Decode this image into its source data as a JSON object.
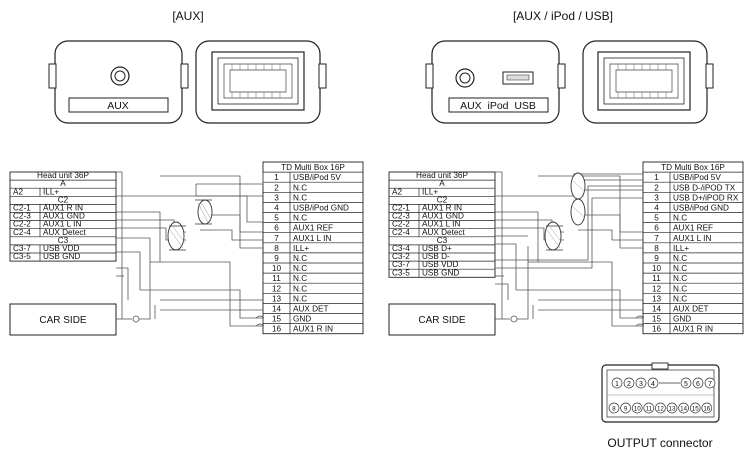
{
  "left": {
    "title": "[AUX]",
    "aux_label": "AUX",
    "head_unit": {
      "title": "Head unit 36P",
      "rows": [
        {
          "pin": "",
          "name": "A",
          "section": true
        },
        {
          "pin": "A2",
          "name": "ILL+"
        },
        {
          "pin": "",
          "name": "C2",
          "section": true
        },
        {
          "pin": "C2-1",
          "name": "AUX1 R IN"
        },
        {
          "pin": "C2-3",
          "name": "AUX1 GND"
        },
        {
          "pin": "C2-2",
          "name": "AUX1 L IN"
        },
        {
          "pin": "C2-4",
          "name": "AUX Detect"
        },
        {
          "pin": "",
          "name": "C3",
          "section": true
        },
        {
          "pin": "C3-7",
          "name": "USB VDD"
        },
        {
          "pin": "C3-5",
          "name": "USB GND"
        }
      ]
    },
    "multibox": {
      "title": "TD Multi Box 16P",
      "rows": [
        {
          "pin": "1",
          "name": "USB/iPod 5V"
        },
        {
          "pin": "2",
          "name": "N.C"
        },
        {
          "pin": "3",
          "name": "N.C"
        },
        {
          "pin": "4",
          "name": "USB/iPod GND"
        },
        {
          "pin": "5",
          "name": "N.C"
        },
        {
          "pin": "6",
          "name": "AUX1 REF"
        },
        {
          "pin": "7",
          "name": "AUX1 L IN"
        },
        {
          "pin": "8",
          "name": "ILL+"
        },
        {
          "pin": "9",
          "name": "N.C"
        },
        {
          "pin": "10",
          "name": "N.C"
        },
        {
          "pin": "11",
          "name": "N.C"
        },
        {
          "pin": "12",
          "name": "N.C"
        },
        {
          "pin": "13",
          "name": "N.C"
        },
        {
          "pin": "14",
          "name": "AUX DET"
        },
        {
          "pin": "15",
          "name": "GND"
        },
        {
          "pin": "16",
          "name": "AUX1 R IN"
        }
      ]
    },
    "car_side": "CAR SIDE"
  },
  "right": {
    "title": "[AUX / iPod / USB]",
    "port_labels": "AUX  iPod  USB",
    "head_unit": {
      "title": "Head unit 36P",
      "rows": [
        {
          "pin": "",
          "name": "A",
          "section": true
        },
        {
          "pin": "A2",
          "name": "ILL+"
        },
        {
          "pin": "",
          "name": "C2",
          "section": true
        },
        {
          "pin": "C2-1",
          "name": "AUX1 R IN"
        },
        {
          "pin": "C2-3",
          "name": "AUX1 GND"
        },
        {
          "pin": "C2-2",
          "name": "AUX1 L IN"
        },
        {
          "pin": "C2-4",
          "name": "AUX Detect"
        },
        {
          "pin": "",
          "name": "C3",
          "section": true
        },
        {
          "pin": "C3-4",
          "name": "USB D+"
        },
        {
          "pin": "C3-2",
          "name": "USB D-"
        },
        {
          "pin": "C3-7",
          "name": "USB VDD"
        },
        {
          "pin": "C3-5",
          "name": "USB GND"
        }
      ]
    },
    "multibox": {
      "title": "TD Multi Box 16P",
      "rows": [
        {
          "pin": "1",
          "name": "USB/iPod 5V"
        },
        {
          "pin": "2",
          "name": "USB D-/iPOD TX"
        },
        {
          "pin": "3",
          "name": "USB D+/iPOD RX"
        },
        {
          "pin": "4",
          "name": "USB/iPod GND"
        },
        {
          "pin": "5",
          "name": "N.C"
        },
        {
          "pin": "6",
          "name": "AUX1 REF"
        },
        {
          "pin": "7",
          "name": "AUX1 L IN"
        },
        {
          "pin": "8",
          "name": "ILL+"
        },
        {
          "pin": "9",
          "name": "N.C"
        },
        {
          "pin": "10",
          "name": "N.C"
        },
        {
          "pin": "11",
          "name": "N.C"
        },
        {
          "pin": "12",
          "name": "N.C"
        },
        {
          "pin": "13",
          "name": "N.C"
        },
        {
          "pin": "14",
          "name": "AUX DET"
        },
        {
          "pin": "15",
          "name": "GND"
        },
        {
          "pin": "16",
          "name": "AUX1 R IN"
        }
      ]
    },
    "car_side": "CAR SIDE"
  },
  "output_connector": {
    "label": "OUTPUT connector",
    "top_pins": [
      "1",
      "2",
      "3",
      "4",
      "5",
      "6",
      "7"
    ],
    "bottom_pins": [
      "8",
      "9",
      "10",
      "11",
      "12",
      "13",
      "14",
      "15",
      "16"
    ]
  }
}
